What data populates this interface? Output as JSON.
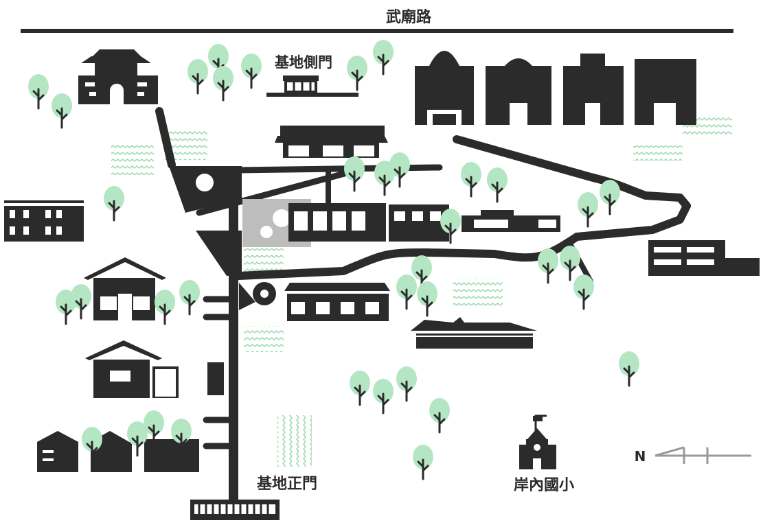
{
  "labels": {
    "top_road": "武廟路",
    "side_gate": "基地側門",
    "main_gate": "基地正門",
    "school": "岸內國小",
    "north": "N"
  },
  "colors": {
    "building": "#2b2b2b",
    "tree": "#b5e6c3",
    "tree_trunk": "#2b2b2b",
    "water": "#9ddcb0",
    "highlight": "#bdbdbd",
    "compass": "#9a9a9a"
  }
}
